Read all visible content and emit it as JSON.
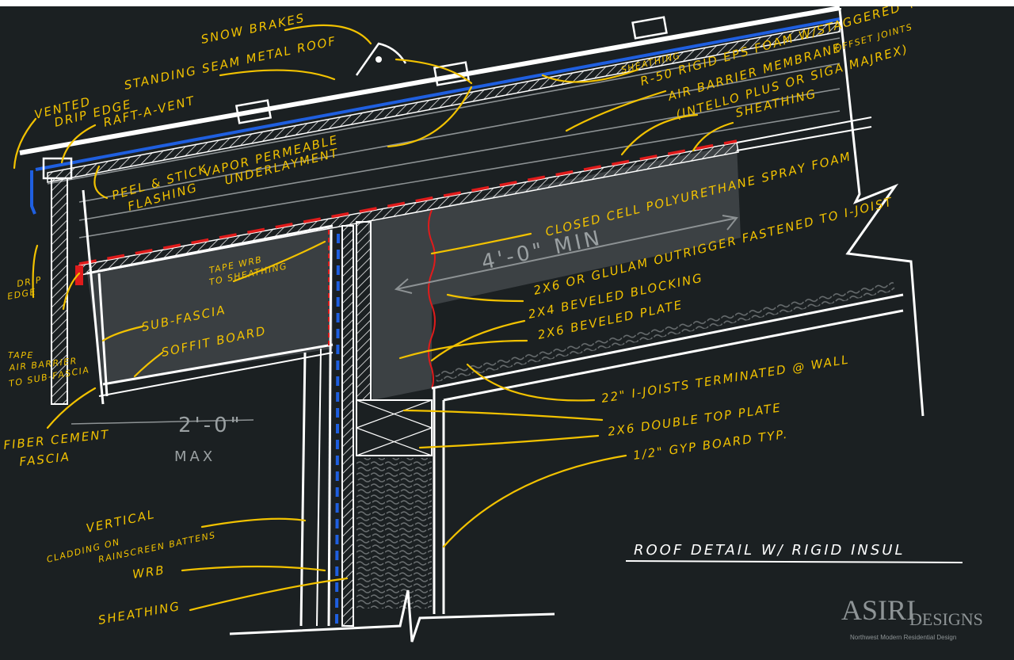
{
  "colors": {
    "background": "#1b2022",
    "annotation": "#f2c200",
    "membrane_blue": "#1f5fe0",
    "air_barrier_red": "#e01b1b",
    "linework": "#ffffff",
    "fill_gray": "#3c4144"
  },
  "title": "ROOF DETAIL W/ RIGID INSUL",
  "logo": {
    "name": "ASIRI",
    "suffix": "DESIGNS",
    "tagline": "Northwest Modern Residential Design"
  },
  "dimensions": {
    "overhang": "2'-0\"",
    "overhang_note": "MAX",
    "outrigger": "4'-0\" MIN"
  },
  "labels": {
    "snow_brakes": "SNOW BRAKES",
    "standing_seam": "STANDING SEAM METAL ROOF",
    "vented_drip_edge_1": "VENTED",
    "vented_drip_edge_2": "DRIP EDGE",
    "raft_a_vent": "RAFT-A-VENT",
    "peel_stick_1": "PEEL & STICK",
    "peel_stick_2": "FLASHING",
    "vapor_1": "VAPOR PERMEABLE",
    "vapor_2": "UNDERLAYMENT",
    "sheathing_top": "SHEATHING",
    "rigid_foam_1": "R-50 RIGID EPS FOAM W/STAGGERED +",
    "rigid_foam_2": "OFFSET JOINTS",
    "air_barrier_1": "AIR BARRIER MEMBRANE",
    "air_barrier_2": "(INTELLO PLUS OR SIGA MAJREX)",
    "sheathing_lower": "SHEATHING",
    "spray_foam": "CLOSED CELL POLYURETHANE SPRAY FOAM",
    "outrigger": "2X6 OR GLULAM OUTRIGGER FASTENED TO I-JOIST",
    "blocking": "2X4 BEVELED BLOCKING",
    "plate": "2X6 BEVELED PLATE",
    "i_joists": "22\" I-JOISTS TERMINATED @ WALL",
    "top_plate": "2X6 DOUBLE TOP PLATE",
    "gyp": "1/2\" GYP BOARD TYP.",
    "drip_edge_1": "DRIP",
    "drip_edge_2": "EDGE",
    "tape_wrb_1": "TAPE WRB",
    "tape_wrb_2": "TO SHEATHING",
    "sub_fascia": "SUB-FASCIA",
    "soffit": "SOFFIT BOARD",
    "tape_air_1": "TAPE",
    "tape_air_2": "AIR BARRIER",
    "tape_air_3": "TO SUB-FASCIA",
    "fascia_1": "FIBER CEMENT",
    "fascia_2": "FASCIA",
    "cladding_1": "VERTICAL",
    "cladding_2": "CLADDING ON",
    "cladding_3": "RAINSCREEN BATTENS",
    "wrb": "WRB",
    "sheathing_wall": "SHEATHING"
  }
}
